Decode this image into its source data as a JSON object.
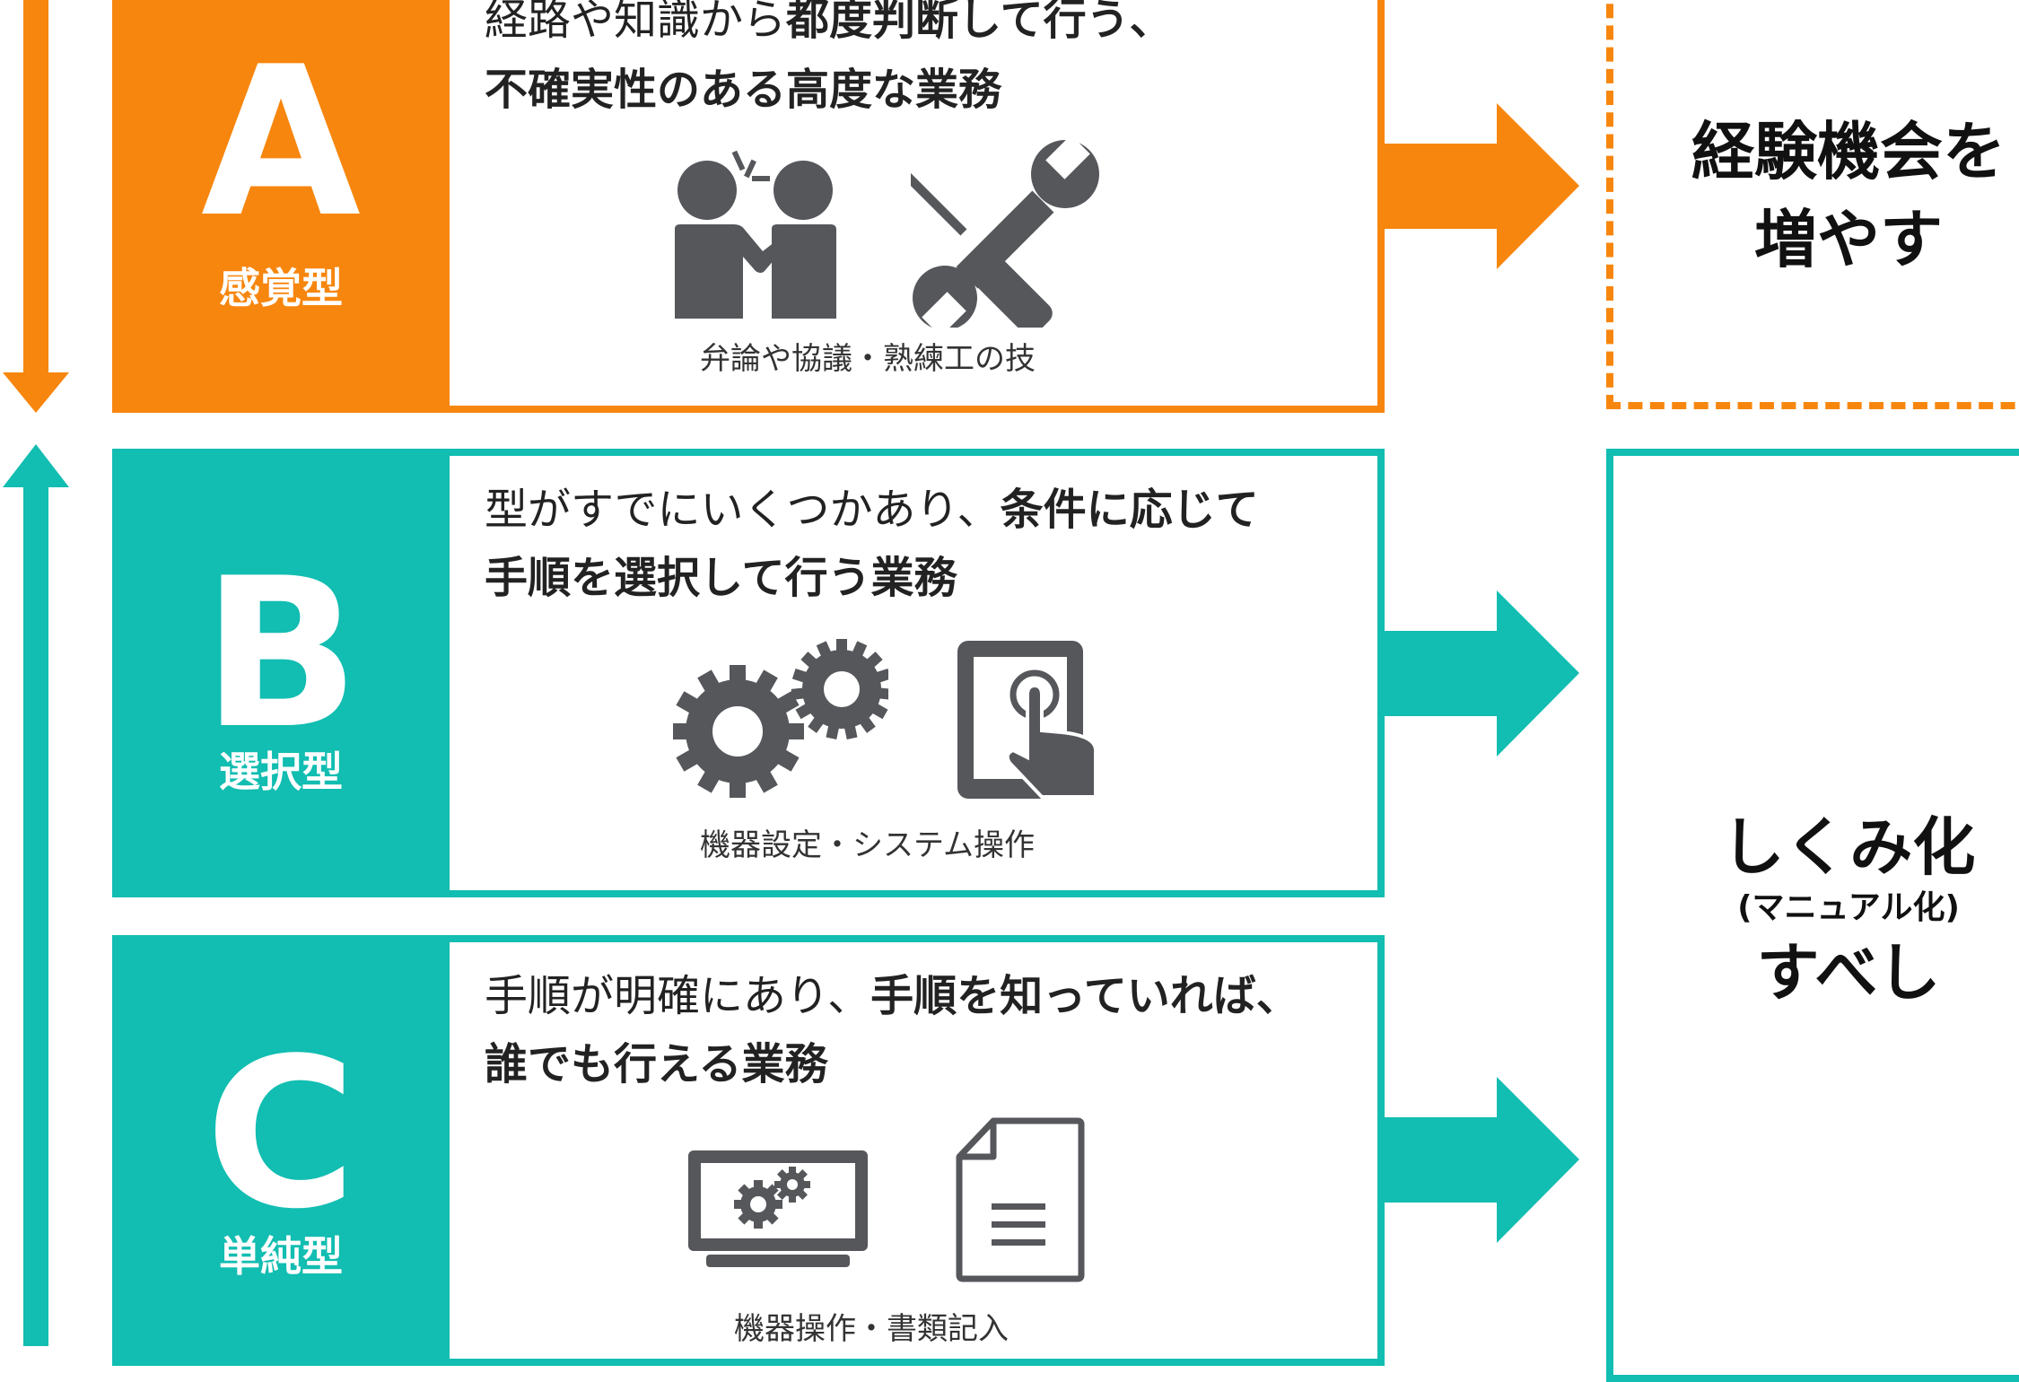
{
  "colors": {
    "orange": "#F7860E",
    "teal": "#12BDB1",
    "icon_gray": "#55575B"
  },
  "rows": [
    {
      "letter": "A",
      "type_label": "感覚型",
      "desc_line1_normal": "経路や知識から",
      "desc_line1_bold": "都度判断して行う、",
      "desc_line2_bold": "不確実性のある高度な業務",
      "caption": "弁論や協議・熟練工の技",
      "icons": [
        "discussion-people-icon",
        "tools-icon"
      ]
    },
    {
      "letter": "B",
      "type_label": "選択型",
      "desc_line1_normal": "型がすでにいくつかあり、",
      "desc_line1_bold": "条件に応じて",
      "desc_line2_bold": "手順を選択して行う業務",
      "caption": "機器設定・システム操作",
      "icons": [
        "gears-icon",
        "tablet-touch-icon"
      ]
    },
    {
      "letter": "C",
      "type_label": "単純型",
      "desc_line1_normal": "手順が明確にあり、",
      "desc_line1_bold": "手順を知っていれば、",
      "desc_line2_bold": "誰でも行える業務",
      "caption": "機器操作・書類記入",
      "icons": [
        "monitor-gears-icon",
        "document-icon"
      ]
    }
  ],
  "right_top": {
    "line1": "経験機会を",
    "line2": "増やす"
  },
  "right_bottom": {
    "line1": "しくみ化",
    "line2": "(マニュアル化)",
    "line3": "すべし"
  }
}
